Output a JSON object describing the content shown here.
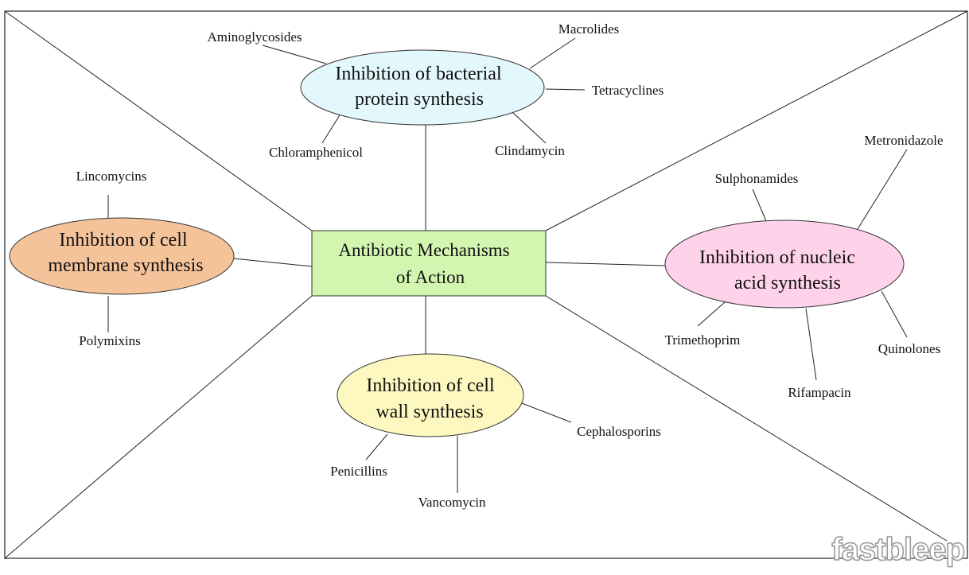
{
  "center": {
    "line1": "Antibiotic Mechanisms",
    "line2": "of Action",
    "fill": "#d2f5b0"
  },
  "protein": {
    "line1": "Inhibition of bacterial",
    "line2": "protein synthesis",
    "fill": "#e3f8fc",
    "drugs": [
      "Aminoglycosides",
      "Macrolides",
      "Tetracyclines",
      "Chloramphenicol",
      "Clindamycin"
    ]
  },
  "membrane": {
    "line1": "Inhibition of cell",
    "line2": "membrane synthesis",
    "fill": "#f5c39a",
    "drugs": [
      "Lincomycins",
      "Polymixins"
    ]
  },
  "nucleic": {
    "line1": "Inhibition of nucleic",
    "line2": "acid synthesis",
    "fill": "#fed3ea",
    "drugs": [
      "Sulphonamides",
      "Metronidazole",
      "Trimethoprim",
      "Rifampacin",
      "Quinolones"
    ]
  },
  "wall": {
    "line1": "Inhibition of cell",
    "line2": "wall synthesis",
    "fill": "#fcf8c0",
    "drugs": [
      "Penicillins",
      "Vancomycin",
      "Cephalosporins"
    ]
  },
  "watermark": "fastbleep"
}
